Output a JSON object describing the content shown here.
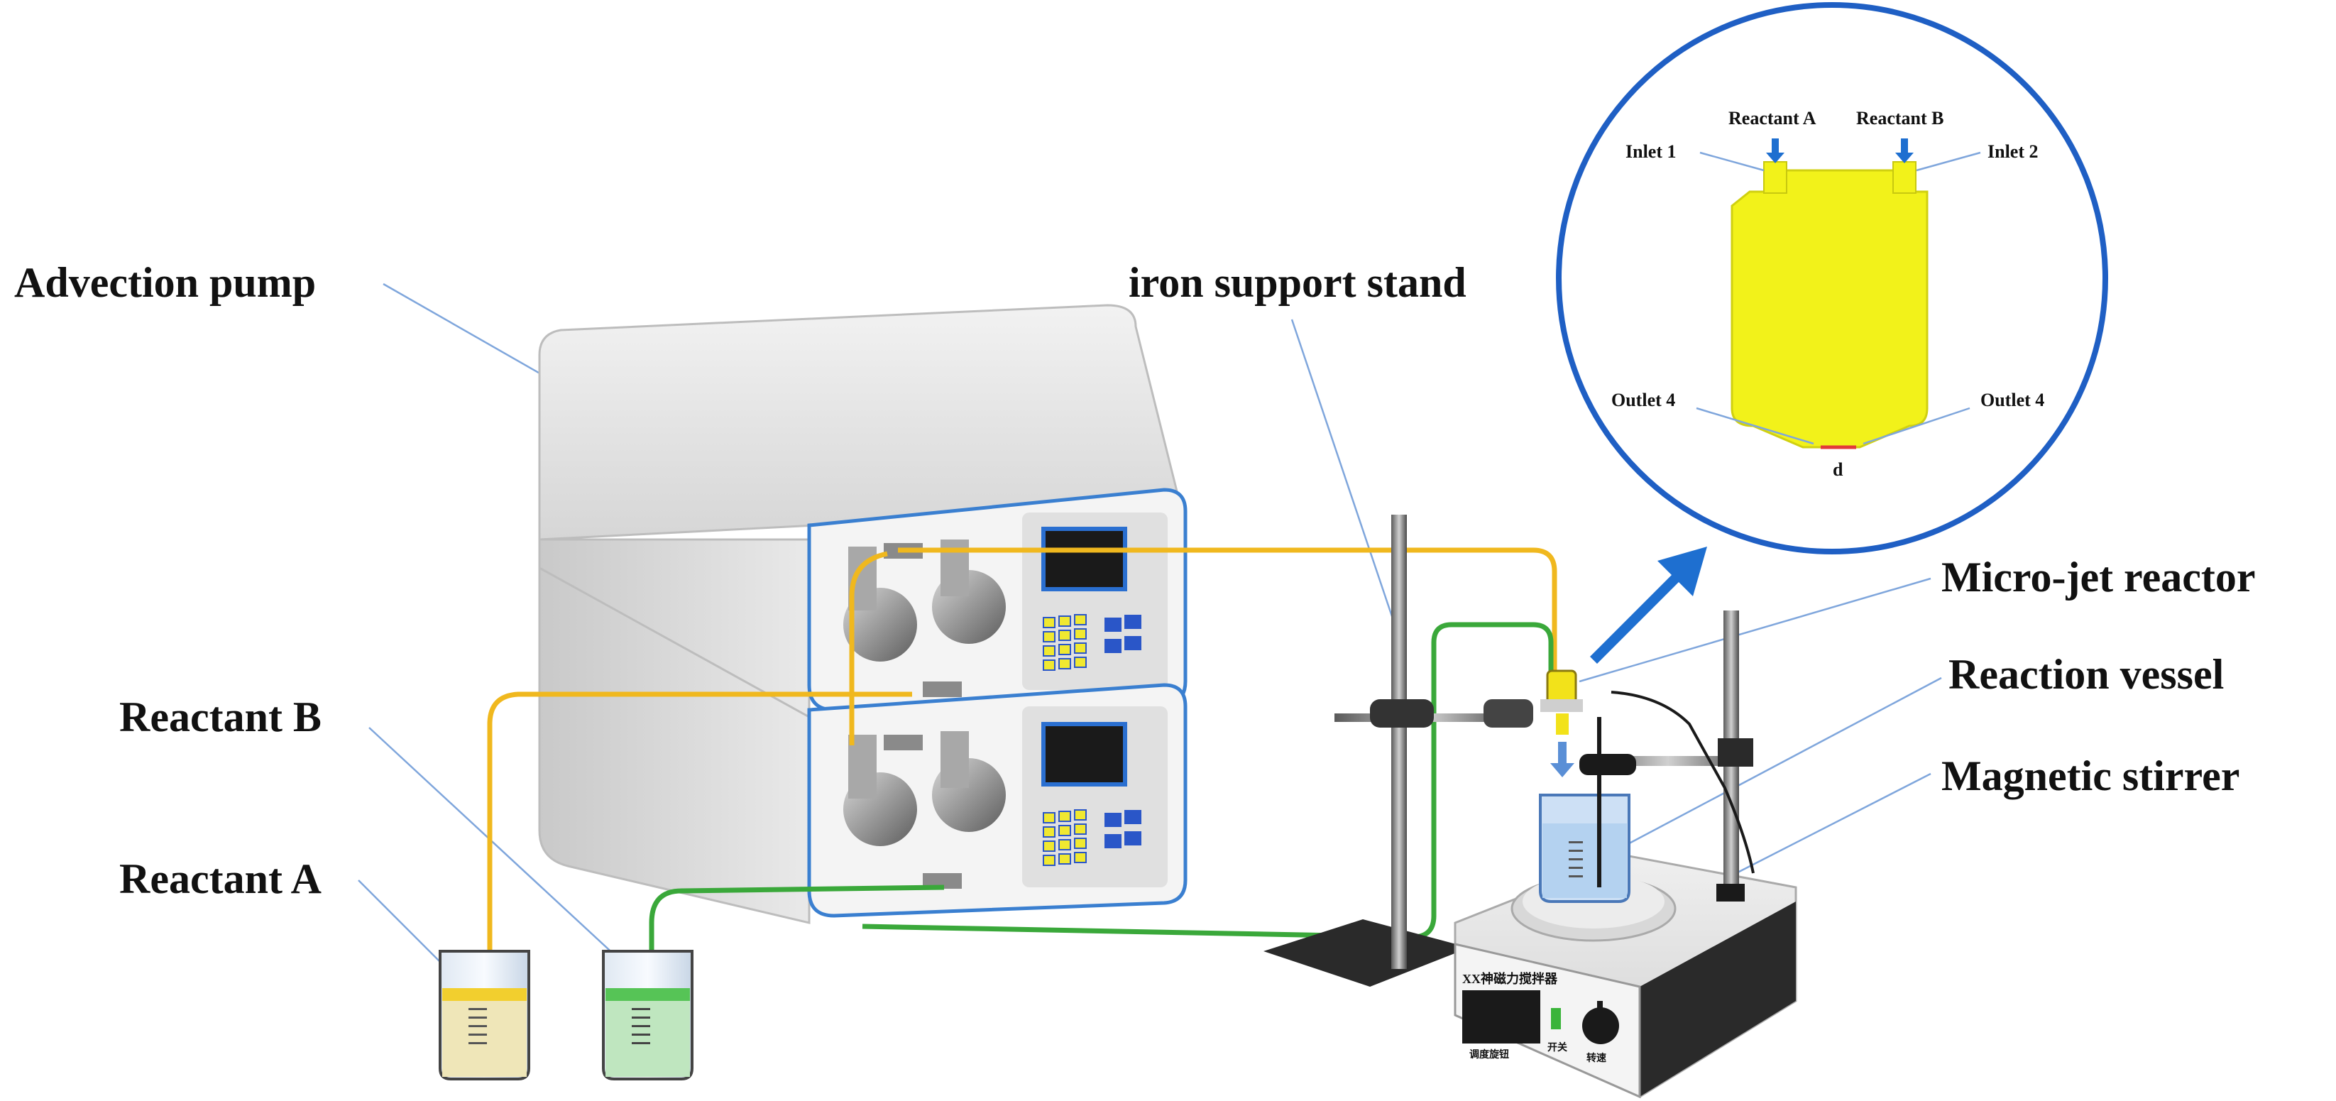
{
  "labels": {
    "advection_pump": "Advection pump",
    "iron_support_stand": "iron support stand",
    "micro_jet_reactor": "Micro-jet reactor",
    "reaction_vessel": "Reaction vessel",
    "magnetic_stirrer": "Magnetic stirrer",
    "reactant_b": "Reactant B",
    "reactant_a": "Reactant A"
  },
  "inset": {
    "reactant_a": "Reactant A",
    "reactant_b": "Reactant B",
    "inlet_1": "Inlet 1",
    "inlet_2": "Inlet 2",
    "outlet_left": "Outlet 4",
    "outlet_right": "Outlet 4",
    "d": "d"
  },
  "stirrer_panel": {
    "title": "XX神磁力搅拌器",
    "caption_left": "调度旋钮",
    "caption_mid": "开关",
    "caption_right": "转速"
  },
  "colors": {
    "reactant_a_tube": "#f0b81e",
    "reactant_b_tube": "#3aa83a",
    "reactor_yellow": "#f2f21a",
    "inset_circle": "#1f5fc4",
    "arrow_blue": "#1e6fd0",
    "leader_line": "#7fa6dc"
  }
}
